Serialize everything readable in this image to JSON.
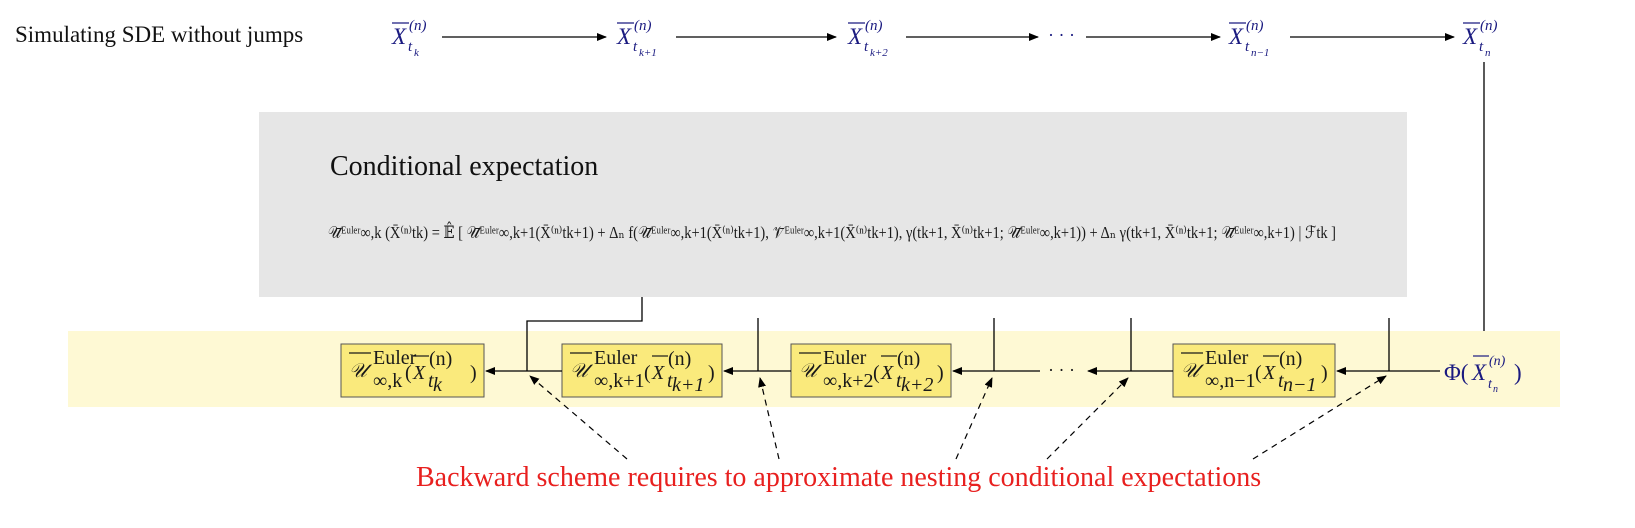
{
  "top_row": {
    "label": "Simulating SDE without jumps",
    "x_symbol": "X",
    "superscript": "(n)",
    "nodes": [
      {
        "sub": "t",
        "sub2": "k"
      },
      {
        "sub": "t",
        "sub2": "k+1"
      },
      {
        "sub": "t",
        "sub2": "k+2"
      },
      {
        "sub": "t",
        "sub2": "n−1"
      },
      {
        "sub": "t",
        "sub2": "n"
      }
    ],
    "ellipsis": "· · ·"
  },
  "cond_exp": {
    "title": "Conditional expectation",
    "formula": "𝒰̄ᴱᵘˡᵉʳ∞,k (X̄⁽ⁿ⁾tk) = 𝔼̂ [ 𝒰̄ᴱᵘˡᵉʳ∞,k+1(X̄⁽ⁿ⁾tk+1) + Δₙ f(𝒰̄ᴱᵘˡᵉʳ∞,k+1(X̄⁽ⁿ⁾tk+1), 𝒱̄ᴱᵘˡᵉʳ∞,k+1(X̄⁽ⁿ⁾tk+1), γ(tk+1, X̄⁽ⁿ⁾tk+1; 𝒰̄ᴱᵘˡᵉʳ∞,k+1)) + Δₙ γ(tk+1, X̄⁽ⁿ⁾tk+1; 𝒰̄ᴱᵘˡᵉʳ∞,k+1) | ℱtk ]",
    "colors": {
      "bg": "#e6e6e6"
    }
  },
  "backward_row": {
    "band_color": "#fef9d4",
    "box_color": "#faea7c",
    "boxes": [
      {
        "index": "∞,k",
        "time_sub": "k"
      },
      {
        "index": "∞,k+1",
        "time_sub": "k+1"
      },
      {
        "index": "∞,k+2",
        "time_sub": "k+2"
      },
      {
        "index": "∞,n−1",
        "time_sub": "n−1"
      }
    ],
    "euler_sup": "Euler",
    "u_symbol": "𝒰",
    "x_symbol": "X",
    "x_sup": "(n)",
    "terminal": {
      "phi": "Φ",
      "sub": "n"
    },
    "ellipsis": "· · ·"
  },
  "note": {
    "text": "Backward scheme requires to approximate nesting conditional expectations",
    "color": "#e8201f"
  }
}
